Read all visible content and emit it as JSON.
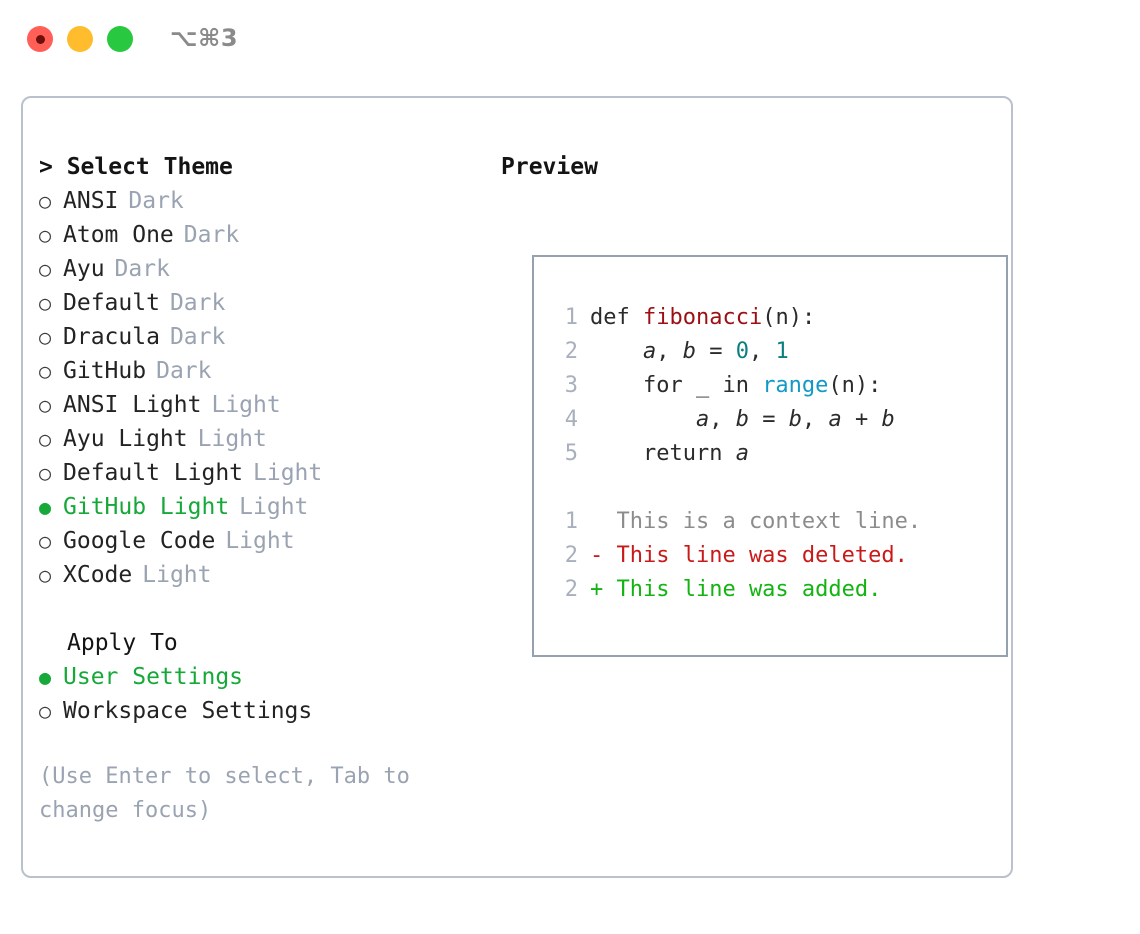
{
  "window": {
    "controls": [
      {
        "name": "close",
        "color": "#ff5f57"
      },
      {
        "name": "minimize",
        "color": "#ffbd2e"
      },
      {
        "name": "maximize",
        "color": "#28c840"
      }
    ],
    "shortcut": "⌥⌘3"
  },
  "theme_picker": {
    "header": "> Select Theme",
    "selected_marker": "●",
    "unselected_marker": "○",
    "accent_color": "#16a838",
    "kind_color": "#9aa3b2",
    "items": [
      {
        "name": "ANSI",
        "kind": "Dark",
        "selected": false
      },
      {
        "name": "Atom One",
        "kind": "Dark",
        "selected": false
      },
      {
        "name": "Ayu",
        "kind": "Dark",
        "selected": false
      },
      {
        "name": "Default",
        "kind": "Dark",
        "selected": false
      },
      {
        "name": "Dracula",
        "kind": "Dark",
        "selected": false
      },
      {
        "name": "GitHub",
        "kind": "Dark",
        "selected": false
      },
      {
        "name": "ANSI Light",
        "kind": "Light",
        "selected": false
      },
      {
        "name": "Ayu Light",
        "kind": "Light",
        "selected": false
      },
      {
        "name": "Default Light",
        "kind": "Light",
        "selected": false
      },
      {
        "name": "GitHub Light",
        "kind": "Light",
        "selected": true
      },
      {
        "name": "Google Code",
        "kind": "Light",
        "selected": false
      },
      {
        "name": "XCode",
        "kind": "Light",
        "selected": false
      }
    ]
  },
  "apply_to": {
    "title": "Apply To",
    "items": [
      {
        "label": "User Settings",
        "selected": true
      },
      {
        "label": "Workspace Settings",
        "selected": false
      }
    ]
  },
  "hint": "(Use Enter to select, Tab to change focus)",
  "preview": {
    "title": "Preview",
    "border_color": "#96a1b0",
    "code_lines": [
      {
        "no": "1",
        "segments": [
          {
            "t": "def ",
            "c": "plain"
          },
          {
            "t": "fibonacci",
            "c": "fn"
          },
          {
            "t": "(n):",
            "c": "plain"
          }
        ]
      },
      {
        "no": "2",
        "segments": [
          {
            "t": "    ",
            "c": "plain"
          },
          {
            "t": "a",
            "c": "var"
          },
          {
            "t": ", ",
            "c": "plain"
          },
          {
            "t": "b",
            "c": "var"
          },
          {
            "t": " = ",
            "c": "plain"
          },
          {
            "t": "0",
            "c": "num"
          },
          {
            "t": ", ",
            "c": "plain"
          },
          {
            "t": "1",
            "c": "num"
          }
        ]
      },
      {
        "no": "3",
        "segments": [
          {
            "t": "    for _ in ",
            "c": "plain"
          },
          {
            "t": "range",
            "c": "call"
          },
          {
            "t": "(n):",
            "c": "plain"
          }
        ]
      },
      {
        "no": "4",
        "segments": [
          {
            "t": "        ",
            "c": "plain"
          },
          {
            "t": "a",
            "c": "var"
          },
          {
            "t": ", ",
            "c": "plain"
          },
          {
            "t": "b",
            "c": "var"
          },
          {
            "t": " = ",
            "c": "plain"
          },
          {
            "t": "b",
            "c": "var"
          },
          {
            "t": ", ",
            "c": "plain"
          },
          {
            "t": "a",
            "c": "var"
          },
          {
            "t": " + ",
            "c": "plain"
          },
          {
            "t": "b",
            "c": "var"
          }
        ]
      },
      {
        "no": "5",
        "segments": [
          {
            "t": "    return ",
            "c": "plain"
          },
          {
            "t": "a",
            "c": "var"
          }
        ]
      }
    ],
    "diff_lines": [
      {
        "no": "1",
        "prefix": "  ",
        "text": "This is a context line.",
        "kind": "ctx"
      },
      {
        "no": "2",
        "prefix": "- ",
        "text": "This line was deleted.",
        "kind": "del"
      },
      {
        "no": "2",
        "prefix": "+ ",
        "text": "This line was added.",
        "kind": "add"
      }
    ]
  }
}
